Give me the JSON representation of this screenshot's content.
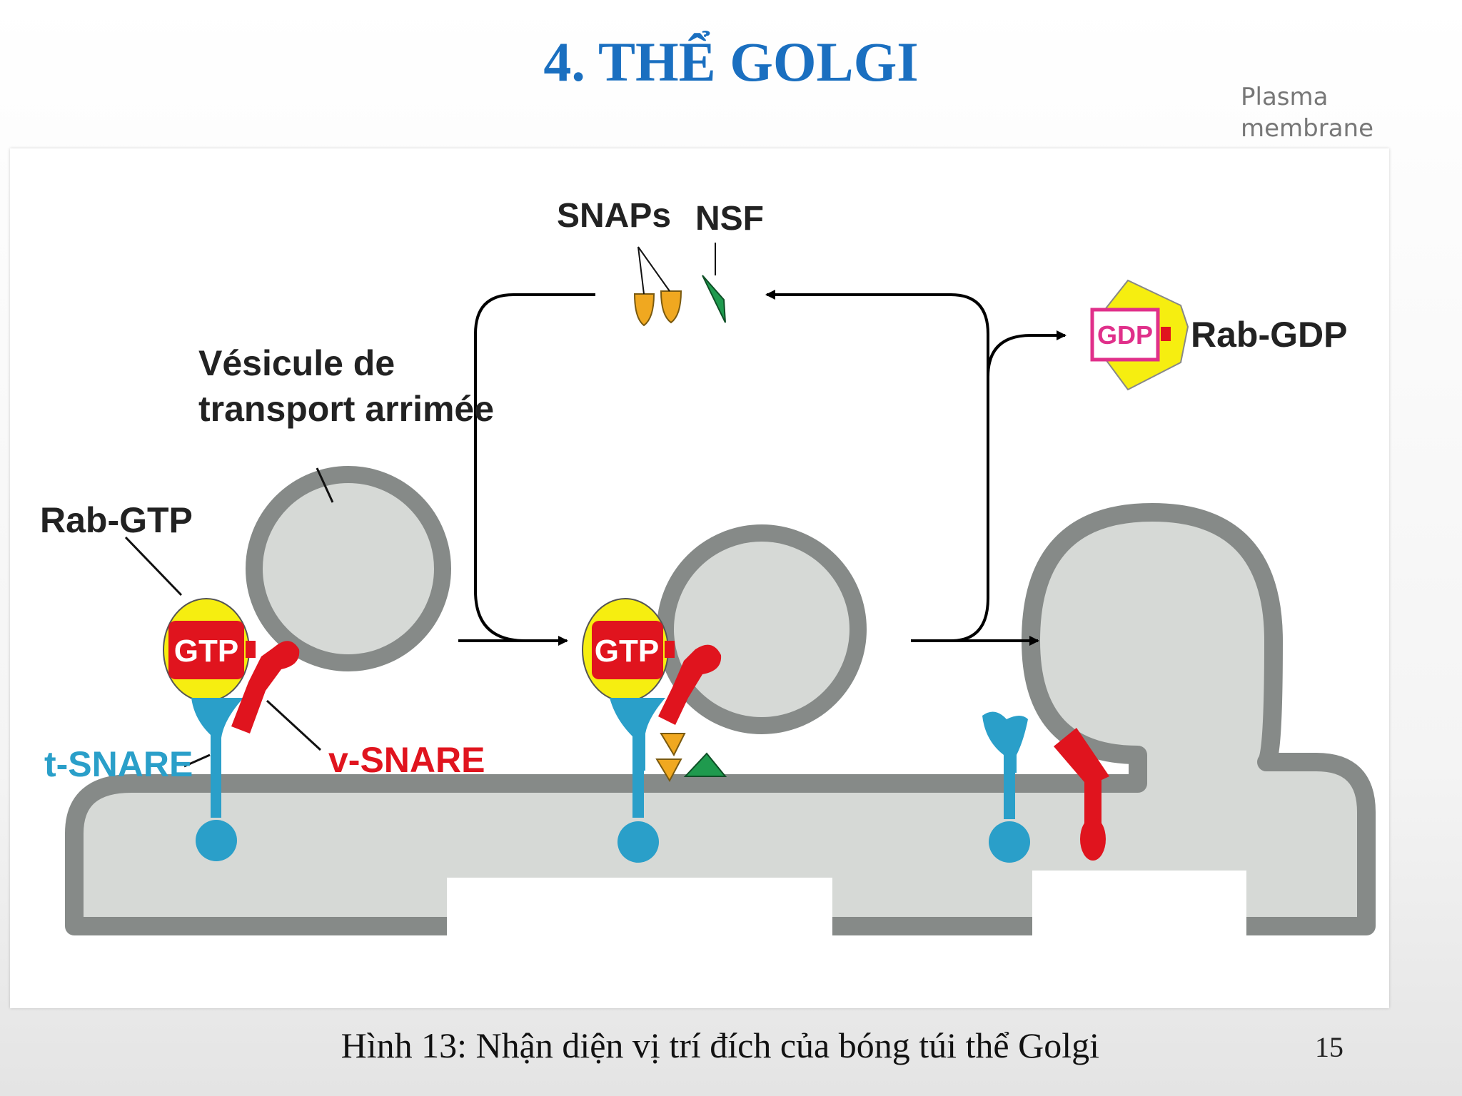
{
  "slide": {
    "title": "4. THỂ GOLGI",
    "caption": "Hình 13: Nhận diện vị trí đích của bóng túi thể Golgi",
    "page_number": "15"
  },
  "corner_label": {
    "line1": "Plasma",
    "line2": "membrane"
  },
  "diagram": {
    "snaps": "SNAPs",
    "nsf": "NSF",
    "vesicle_line1": "Vésicule de",
    "vesicle_line2": "transport arrimée",
    "rab_gtp": "Rab-GTP",
    "gtp": "GTP",
    "gdp": "GDP",
    "rab_gdp": "Rab-GDP",
    "t_snare": "t-SNARE",
    "v_snare": "v-SNARE"
  },
  "colors": {
    "title": "#1a6fc0",
    "membrane": "#868a88",
    "lumen": "#d6d9d6",
    "t_snare": "#2a9fc9",
    "v_snare": "#e0141e",
    "rab_yellow": "#f6ee10",
    "snap_orange": "#f0a820",
    "nsf_green": "#1f9a4e",
    "gdp_pink": "#e0308a"
  }
}
